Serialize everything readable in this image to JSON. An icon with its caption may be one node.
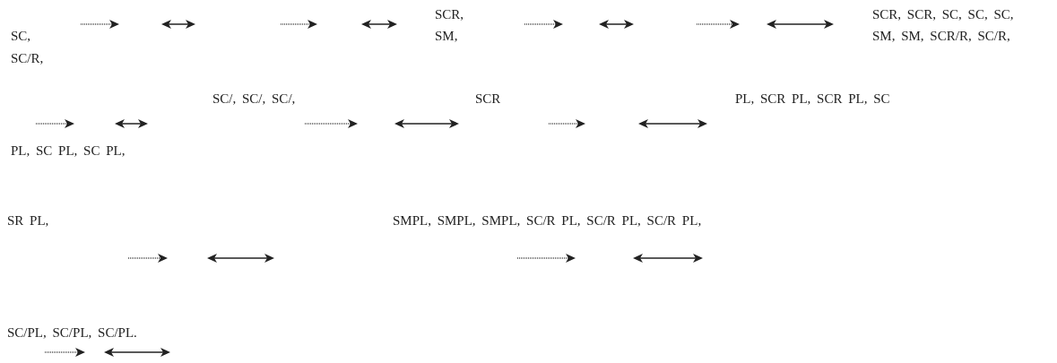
{
  "diagram": {
    "labels": [
      "SC,",
      "SC/R,",
      "SCR,",
      "SM,",
      "SCR, SCR, SC, SC, SC,",
      "SM, SM, SCR/R, SC/R,",
      "SC/, SC/, SC/,",
      "SCR",
      "PL, SCR PL, SCR PL, SC",
      "PL, SC PL, SC PL,",
      "SR PL,",
      "SMPL, SMPL, SMPL, SC/R PL, SC/R PL, SC/R PL,",
      "SC/PL, SC/PL, SC/PL."
    ]
  }
}
